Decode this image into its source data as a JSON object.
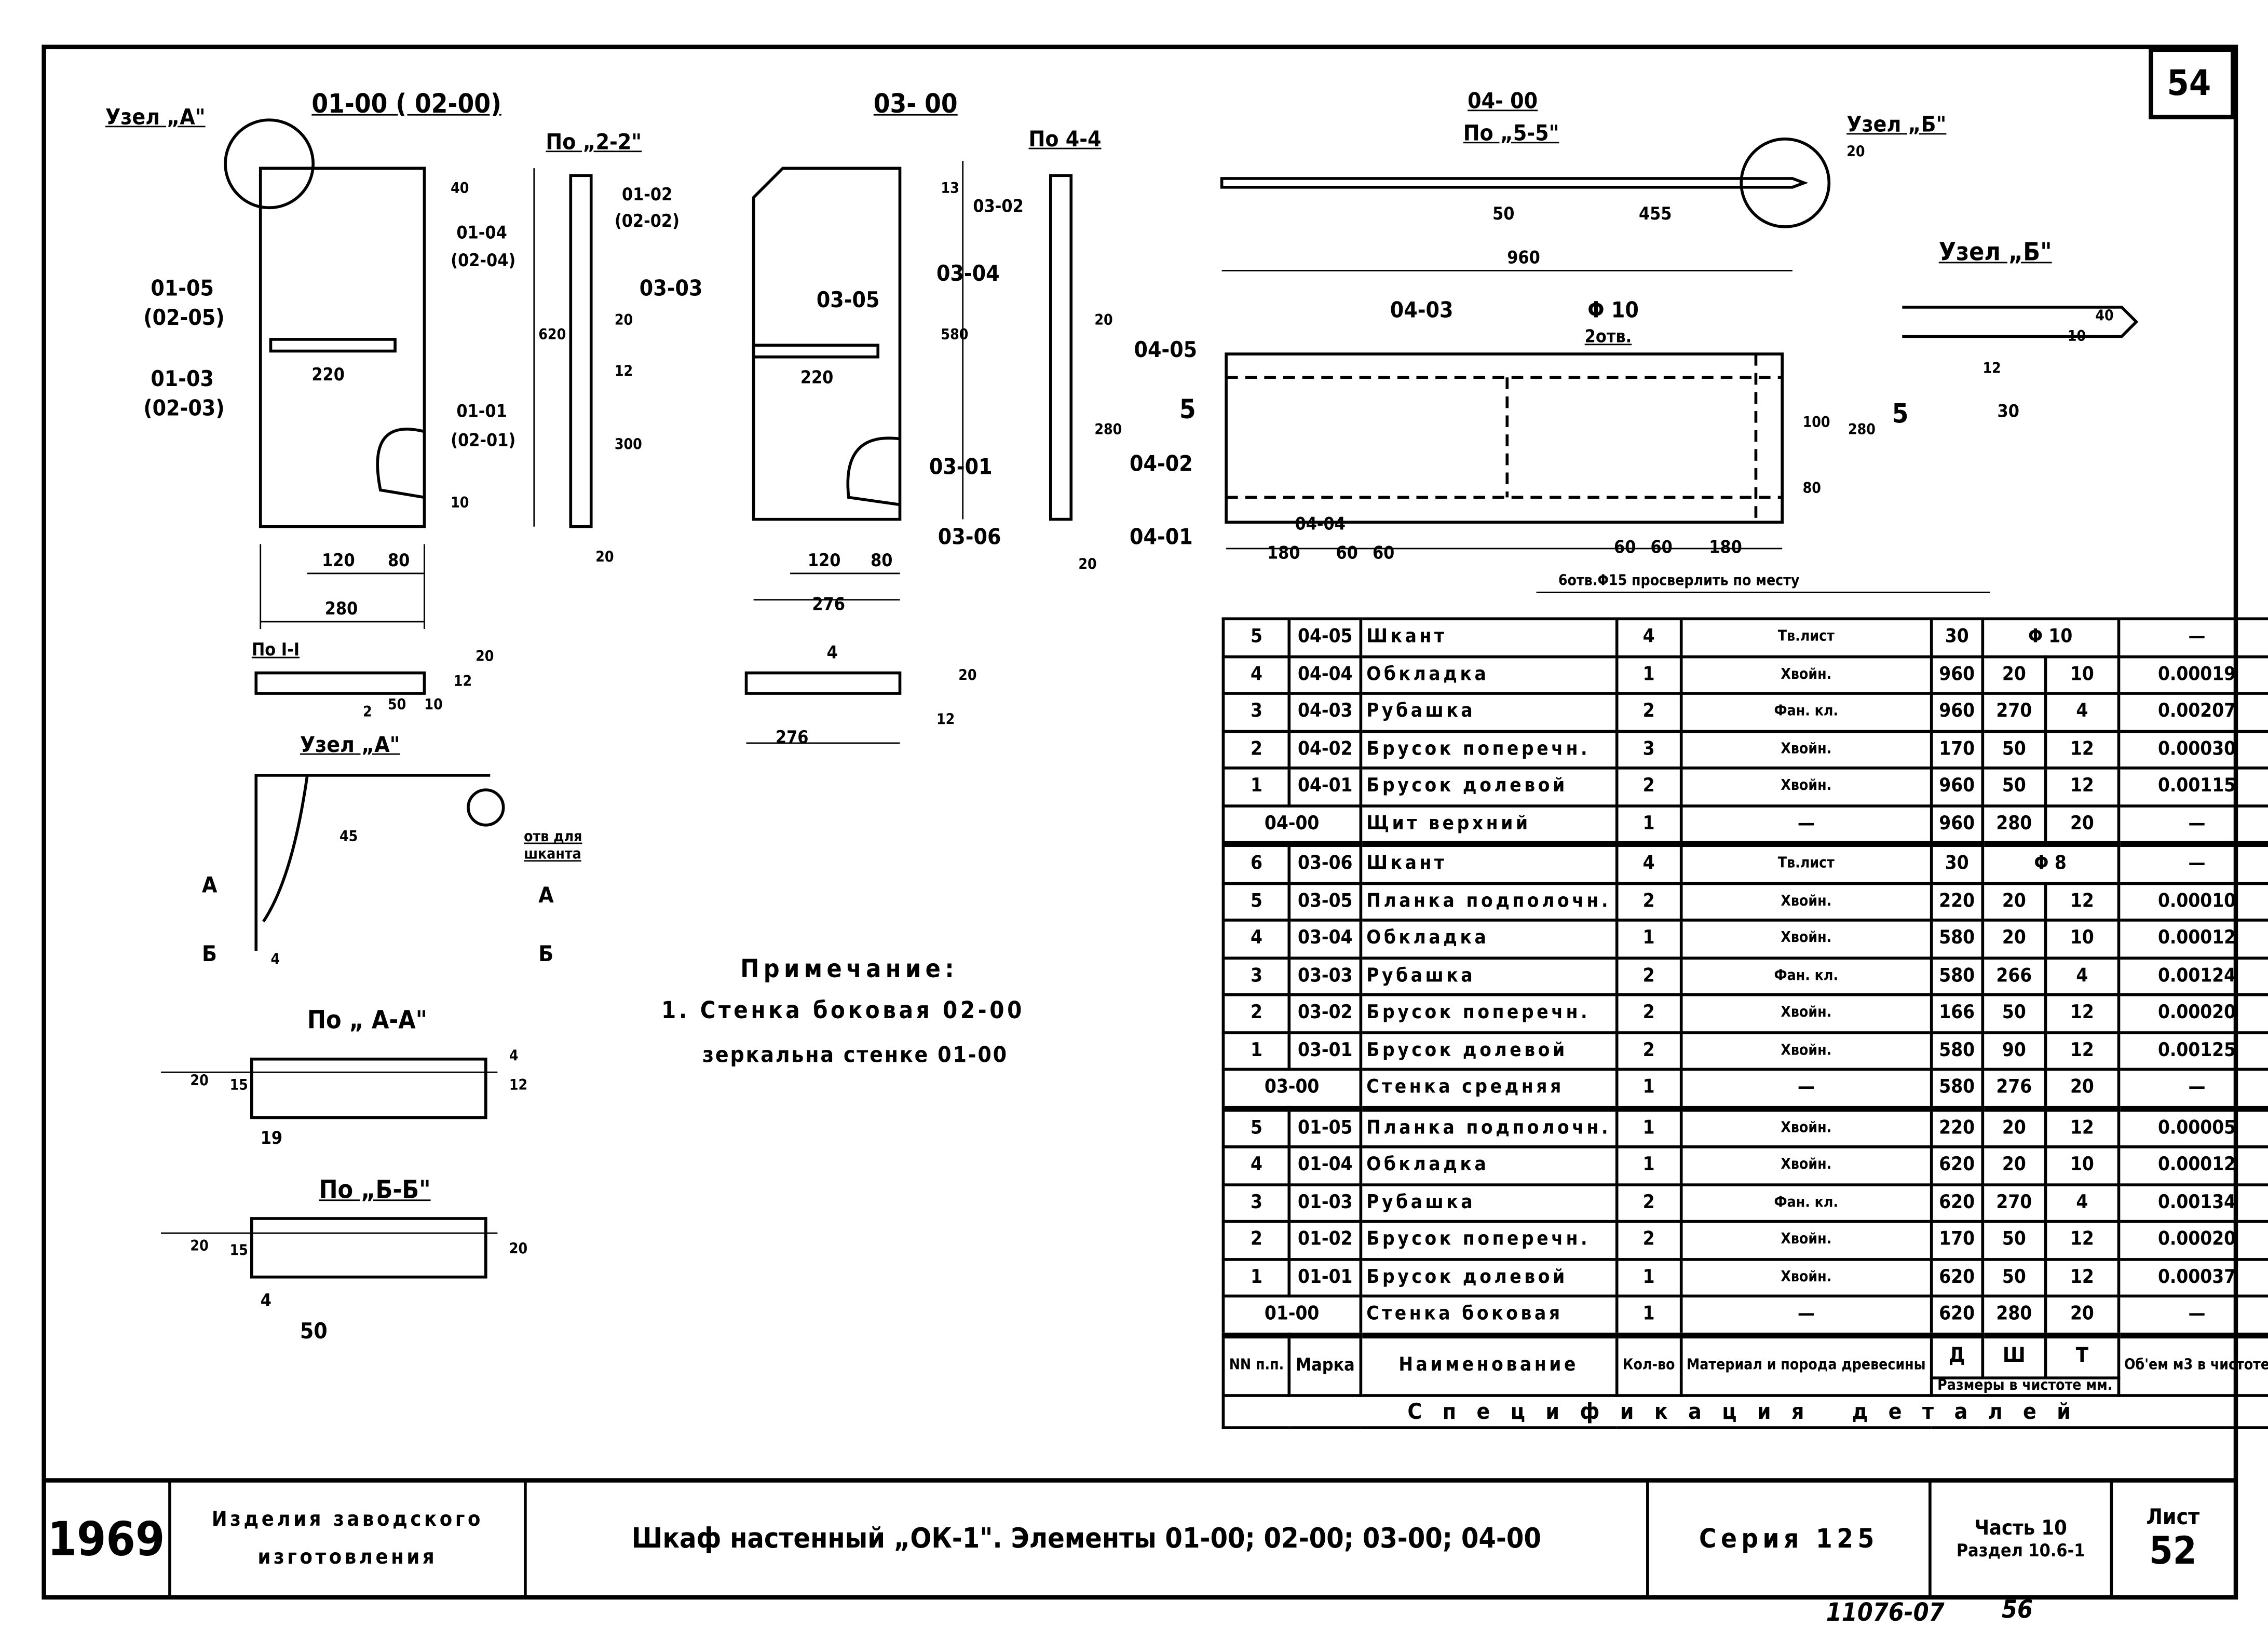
{
  "sheet_number": "54",
  "drawings": {
    "side_wall": {
      "title": "01-00 ( 02-00)",
      "node_a": "Узел „А\"",
      "section_22": "По „2-2\"",
      "labels": [
        "01-02",
        "(02-02)",
        "01-04",
        "(02-04)",
        "01-05",
        "(02-05)",
        "01-03",
        "(02-03)",
        "01-01",
        "(02-01)"
      ],
      "dims": [
        "220",
        "120",
        "80",
        "280",
        "40",
        "620",
        "20",
        "12",
        "300",
        "10",
        "20"
      ]
    },
    "middle_wall": {
      "title": "03- 00",
      "section_44": "По 4-4",
      "labels": [
        "03-02",
        "03-03",
        "03-05",
        "03-04",
        "03-01",
        "03-06"
      ],
      "dims": [
        "220",
        "120",
        "80",
        "276",
        "13",
        "580",
        "20",
        "280",
        "20"
      ]
    },
    "top_panel": {
      "title": "04- 00",
      "section_55": "По „5-5\"",
      "node_b": "Узел „Б\"",
      "node_b_detail": "Узел „Б\"",
      "labels": [
        "04-03",
        "Φ 10",
        "2отв.",
        "04-05",
        "04-02",
        "04-04",
        "04-01",
        "5",
        "5"
      ],
      "dims": [
        "50",
        "455",
        "960",
        "20",
        "180",
        "60",
        "60",
        "60",
        "60",
        "180",
        "280",
        "100",
        "80",
        "12",
        "30",
        "10",
        "40"
      ],
      "drill_note": "6отв.Φ15 просверлить по месту"
    },
    "section_11": {
      "title": "По I-I",
      "dims": [
        "50",
        "10",
        "2",
        "12",
        "20"
      ]
    },
    "section_middle": {
      "dims": [
        "276",
        "4",
        "20",
        "12"
      ]
    },
    "node_a": {
      "title": "Узел „А\"",
      "hole_note_1": "отв для",
      "hole_note_2": "шканта",
      "dims": [
        "45",
        "4"
      ],
      "cuts": [
        "А",
        "Б",
        "А",
        "Б"
      ]
    },
    "section_aa": {
      "title": "По „ А-А\"",
      "dims": [
        "20",
        "15",
        "19",
        "12",
        "4"
      ]
    },
    "section_bb": {
      "title": "По „Б-Б\"",
      "dims": [
        "20",
        "15",
        "4",
        "50",
        "20"
      ]
    }
  },
  "note": {
    "title": "Примечание:",
    "line1": "1. Стенка боковая 02-00",
    "line2": "зеркальна стенке 01-00"
  },
  "spec_table": {
    "caption": "Спецификация деталей",
    "headers": {
      "nn": "NN п.п.",
      "mark": "Марка",
      "name": "Наименование",
      "qty": "Кол-во",
      "material": "Материал и порода древесины",
      "l": "Д",
      "w": "Ш",
      "t": "Т",
      "dims_caption": "Размеры в чистоте мм.",
      "volume": "Об'ем м3 в чистоте"
    },
    "groups": [
      {
        "rows": [
          {
            "n": "5",
            "mark": "04-05",
            "name": "Шкант",
            "qty": "4",
            "material": "Тв.лист",
            "l": "30",
            "w": "Φ 10",
            "t": "",
            "vol": "—"
          },
          {
            "n": "4",
            "mark": "04-04",
            "name": "Обкладка",
            "qty": "1",
            "material": "Хвойн.",
            "l": "960",
            "w": "20",
            "t": "10",
            "vol": "0.00019"
          },
          {
            "n": "3",
            "mark": "04-03",
            "name": "Рубашка",
            "qty": "2",
            "material": "Фан. кл.",
            "l": "960",
            "w": "270",
            "t": "4",
            "vol": "0.00207"
          },
          {
            "n": "2",
            "mark": "04-02",
            "name": "Брусок поперечн.",
            "qty": "3",
            "material": "Хвойн.",
            "l": "170",
            "w": "50",
            "t": "12",
            "vol": "0.00030"
          },
          {
            "n": "1",
            "mark": "04-01",
            "name": "Брусок долевой",
            "qty": "2",
            "material": "Хвойн.",
            "l": "960",
            "w": "50",
            "t": "12",
            "vol": "0.00115"
          }
        ],
        "total": {
          "mark": "04-00",
          "name": "Щит верхний",
          "qty": "1",
          "material": "—",
          "l": "960",
          "w": "280",
          "t": "20",
          "vol": "—"
        }
      },
      {
        "rows": [
          {
            "n": "6",
            "mark": "03-06",
            "name": "Шкант",
            "qty": "4",
            "material": "Тв.лист",
            "l": "30",
            "w": "Φ 8",
            "t": "",
            "vol": "—"
          },
          {
            "n": "5",
            "mark": "03-05",
            "name": "Планка подполочн.",
            "qty": "2",
            "material": "Хвойн.",
            "l": "220",
            "w": "20",
            "t": "12",
            "vol": "0.00010"
          },
          {
            "n": "4",
            "mark": "03-04",
            "name": "Обкладка",
            "qty": "1",
            "material": "Хвойн.",
            "l": "580",
            "w": "20",
            "t": "10",
            "vol": "0.00012"
          },
          {
            "n": "3",
            "mark": "03-03",
            "name": "Рубашка",
            "qty": "2",
            "material": "Фан. кл.",
            "l": "580",
            "w": "266",
            "t": "4",
            "vol": "0.00124"
          },
          {
            "n": "2",
            "mark": "03-02",
            "name": "Брусок поперечн.",
            "qty": "2",
            "material": "Хвойн.",
            "l": "166",
            "w": "50",
            "t": "12",
            "vol": "0.00020"
          },
          {
            "n": "1",
            "mark": "03-01",
            "name": "Брусок долевой",
            "qty": "2",
            "material": "Хвойн.",
            "l": "580",
            "w": "90",
            "t": "12",
            "vol": "0.00125"
          }
        ],
        "total": {
          "mark": "03-00",
          "name": "Стенка средняя",
          "qty": "1",
          "material": "—",
          "l": "580",
          "w": "276",
          "t": "20",
          "vol": "—"
        }
      },
      {
        "rows": [
          {
            "n": "5",
            "mark": "01-05",
            "name": "Планка подполочн.",
            "qty": "1",
            "material": "Хвойн.",
            "l": "220",
            "w": "20",
            "t": "12",
            "vol": "0.00005"
          },
          {
            "n": "4",
            "mark": "01-04",
            "name": "Обкладка",
            "qty": "1",
            "material": "Хвойн.",
            "l": "620",
            "w": "20",
            "t": "10",
            "vol": "0.00012"
          },
          {
            "n": "3",
            "mark": "01-03",
            "name": "Рубашка",
            "qty": "2",
            "material": "Фан. кл.",
            "l": "620",
            "w": "270",
            "t": "4",
            "vol": "0.00134"
          },
          {
            "n": "2",
            "mark": "01-02",
            "name": "Брусок поперечн.",
            "qty": "2",
            "material": "Хвойн.",
            "l": "170",
            "w": "50",
            "t": "12",
            "vol": "0.00020"
          },
          {
            "n": "1",
            "mark": "01-01",
            "name": "Брусок долевой",
            "qty": "1",
            "material": "Хвойн.",
            "l": "620",
            "w": "50",
            "t": "12",
            "vol": "0.00037"
          }
        ],
        "total": {
          "mark": "01-00",
          "name": "Стенка боковая",
          "qty": "1",
          "material": "—",
          "l": "620",
          "w": "280",
          "t": "20",
          "vol": "—"
        }
      }
    ]
  },
  "title_block": {
    "year": "1969",
    "org_line1": "Изделия заводского",
    "org_line2": "изготовления",
    "title": "Шкаф настенный „ОК-1\". Элементы 01-00; 02-00; 03-00; 04-00",
    "series": "Серия 125",
    "part": "Часть 10",
    "section": "Раздел 10.6-1",
    "sheet_label": "Лист",
    "sheet": "52"
  },
  "footer": {
    "code": "11076-07",
    "page": "56"
  }
}
